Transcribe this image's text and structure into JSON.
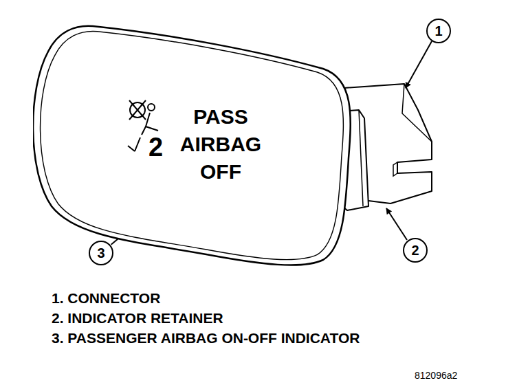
{
  "diagram": {
    "nodes": [
      {
        "text": [
          "2",
          "PASS AIRBAG OFF"
        ]
      },
      {
        "text": [
          "1"
        ]
      },
      {
        "text": [
          "2"
        ]
      },
      {
        "text": [
          "3"
        ]
      }
    ],
    "edges": [
      {
        "from": 3,
        "to": 0,
        "arrow": "to"
      }
    ],
    "labels": [
      "1. CONNECTOR",
      "2. INDICATOR RETAINER",
      "3. PASSENGER AIRBAG ON-OFF INDICATOR",
      "812096a2"
    ]
  }
}
